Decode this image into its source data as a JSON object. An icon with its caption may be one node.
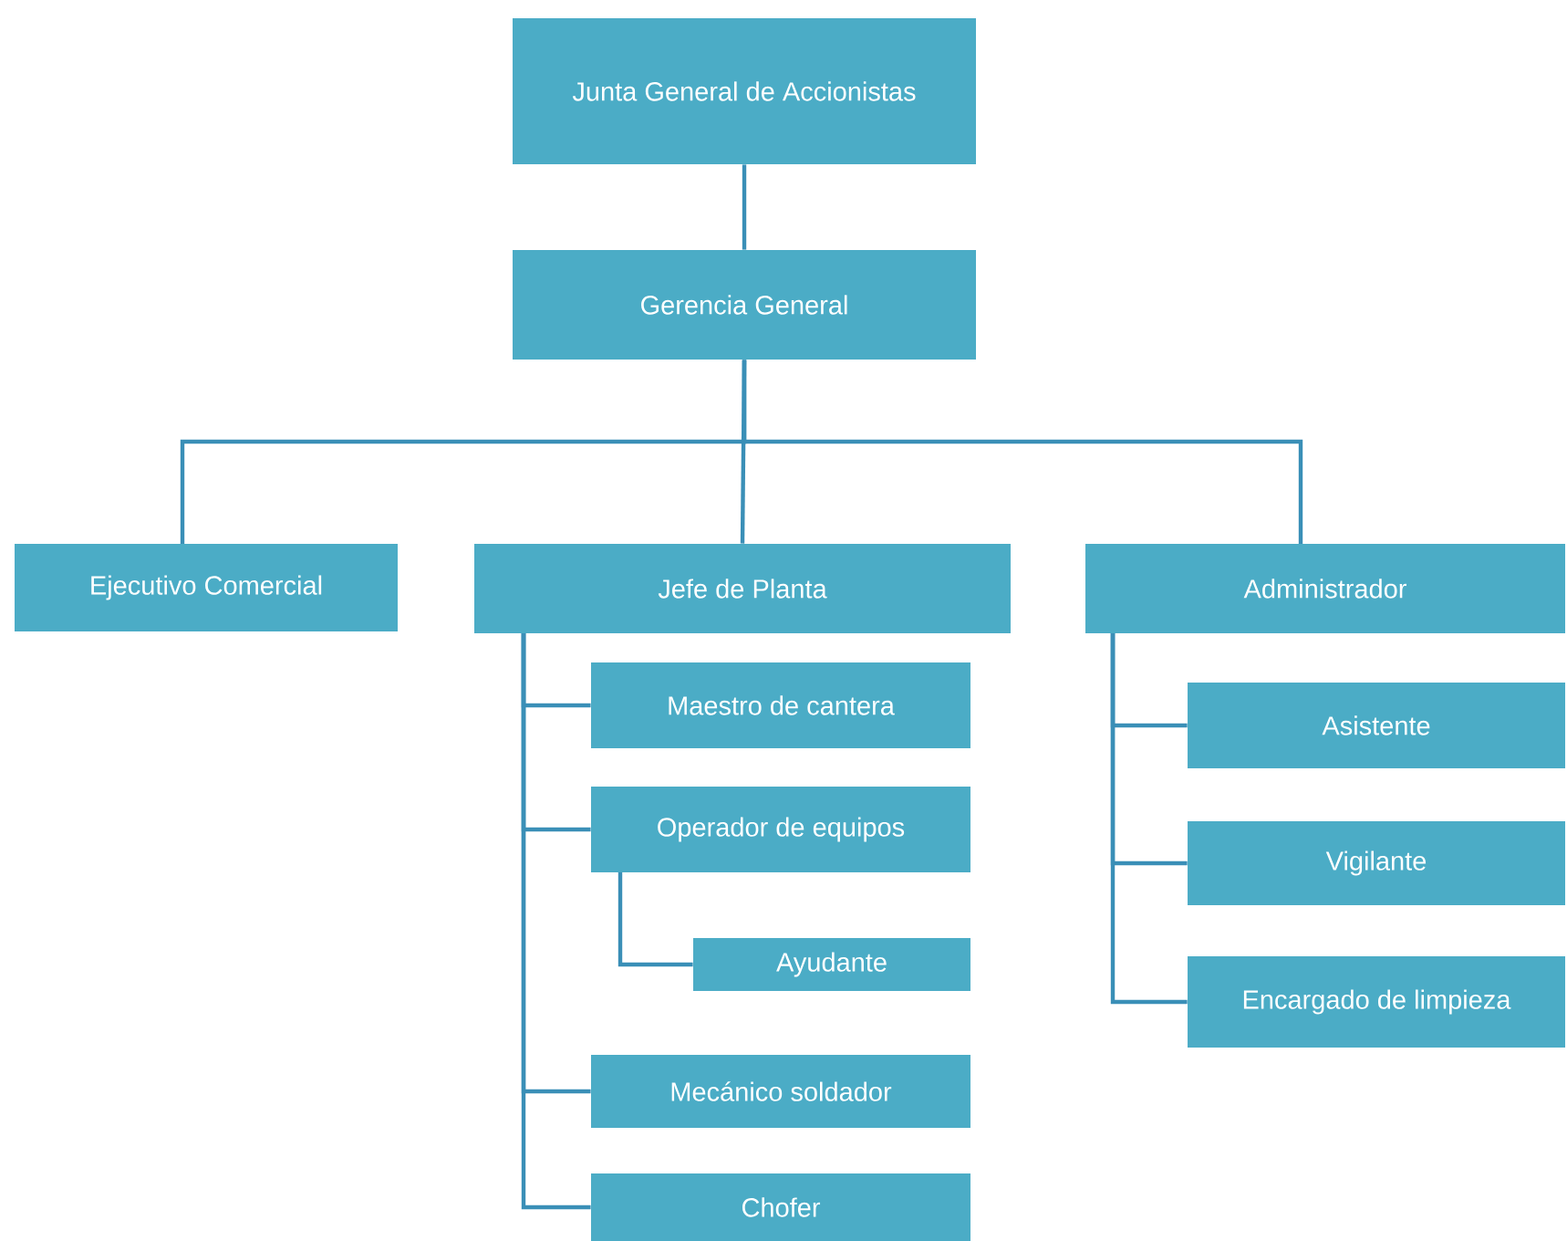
{
  "diagram": {
    "nodes": [
      {
        "text": [
          "Junta General de Accionistas"
        ]
      },
      {
        "text": [
          "Gerencia General"
        ]
      },
      {
        "text": [
          "Ejecutivo Comercial"
        ]
      },
      {
        "text": [
          "Jefe de Planta"
        ]
      },
      {
        "text": [
          "Administrador"
        ]
      },
      {
        "text": [
          "Maestro de cantera"
        ]
      },
      {
        "text": [
          "Operador de equipos"
        ]
      },
      {
        "text": [
          "Ayudante"
        ]
      },
      {
        "text": [
          "Mecánico soldador"
        ]
      },
      {
        "text": [
          "Chofer"
        ]
      },
      {
        "text": [
          "Asistente"
        ]
      },
      {
        "text": [
          "Vigilante"
        ]
      },
      {
        "text": [
          "Encargado de limpieza"
        ]
      }
    ],
    "edges": [
      {
        "from": 0,
        "to": 1,
        "arrow": "none"
      },
      {
        "from": 1,
        "to": 2,
        "arrow": "none"
      },
      {
        "from": 1,
        "to": 3,
        "arrow": "none"
      },
      {
        "from": 1,
        "to": 4,
        "arrow": "none"
      },
      {
        "from": 3,
        "to": 5,
        "arrow": "none"
      },
      {
        "from": 3,
        "to": 6,
        "arrow": "none"
      },
      {
        "from": 6,
        "to": 7,
        "arrow": "none"
      },
      {
        "from": 3,
        "to": 8,
        "arrow": "none"
      },
      {
        "from": 3,
        "to": 9,
        "arrow": "none"
      },
      {
        "from": 4,
        "to": 10,
        "arrow": "none"
      },
      {
        "from": 4,
        "to": 11,
        "arrow": "none"
      },
      {
        "from": 4,
        "to": 12,
        "arrow": "none"
      }
    ]
  }
}
